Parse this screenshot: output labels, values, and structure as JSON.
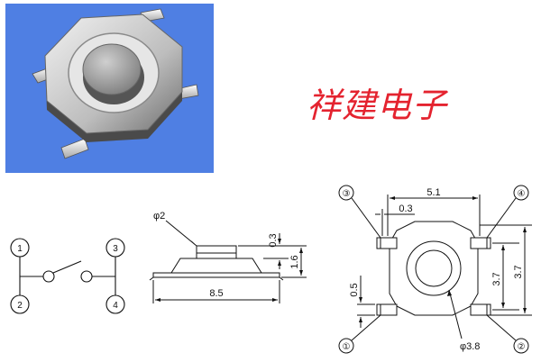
{
  "brand": {
    "text": "祥建电子",
    "color": "#e4232f"
  },
  "photo": {
    "background": "#4f7fe3",
    "subject": "tact-switch-render"
  },
  "schematic": {
    "pins": [
      "1",
      "2",
      "3",
      "4"
    ]
  },
  "side_view": {
    "cap_diameter": "φ2",
    "cap_height": "0.3",
    "total_height": "1.6",
    "width": "8.5"
  },
  "top_view": {
    "pin_pitch": "5.1",
    "lead_width": "0.3",
    "lead_thickness": "0.5",
    "body_height_1": "3.7",
    "body_height_2": "3.7",
    "center_diameter": "φ3.8",
    "pins": [
      "③",
      "④",
      "①",
      "②"
    ]
  }
}
